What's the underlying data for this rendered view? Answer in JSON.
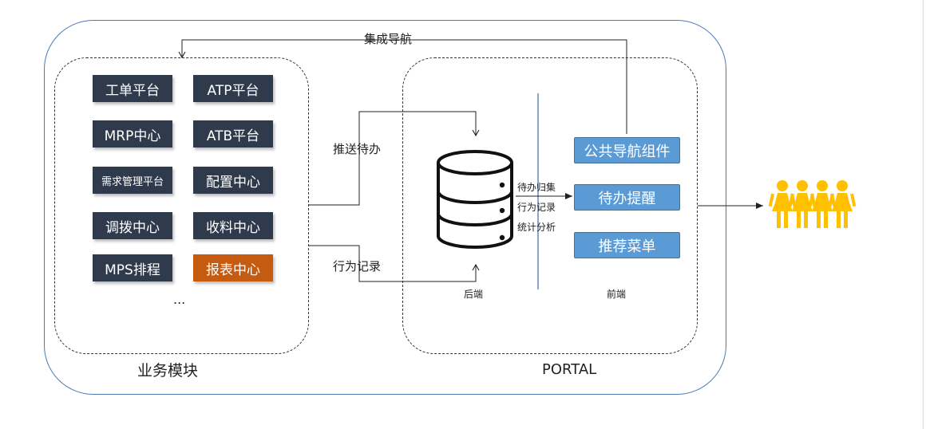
{
  "diagram": {
    "top_arrow_label": "集成导航",
    "push_label": "推送待办",
    "record_label": "行为记录",
    "modules": [
      {
        "label": "工单平台",
        "highlight": false
      },
      {
        "label": "ATP平台",
        "highlight": false
      },
      {
        "label": "MRP中心",
        "highlight": false
      },
      {
        "label": "ATB平台",
        "highlight": false
      },
      {
        "label": "需求管理平台",
        "highlight": false
      },
      {
        "label": "配置中心",
        "highlight": false
      },
      {
        "label": "调拨中心",
        "highlight": false
      },
      {
        "label": "收料中心",
        "highlight": false
      },
      {
        "label": "MPS排程",
        "highlight": false
      },
      {
        "label": "报表中心",
        "highlight": true
      }
    ],
    "more": "...",
    "business_caption": "业务模块",
    "portal_caption": "PORTAL",
    "db_labels": [
      "待办归集",
      "行为记录",
      "统计分析"
    ],
    "backend_label": "后端",
    "frontend_label": "前端",
    "frontend_components": [
      "公共导航组件",
      "待办提醒",
      "推荐菜单"
    ],
    "colors": {
      "module_bg": "#2f3b4c",
      "highlight_bg": "#c55a11",
      "component_bg": "#5b9bd5",
      "outer_border": "#4a7ab5",
      "users": "#ffc000"
    }
  }
}
